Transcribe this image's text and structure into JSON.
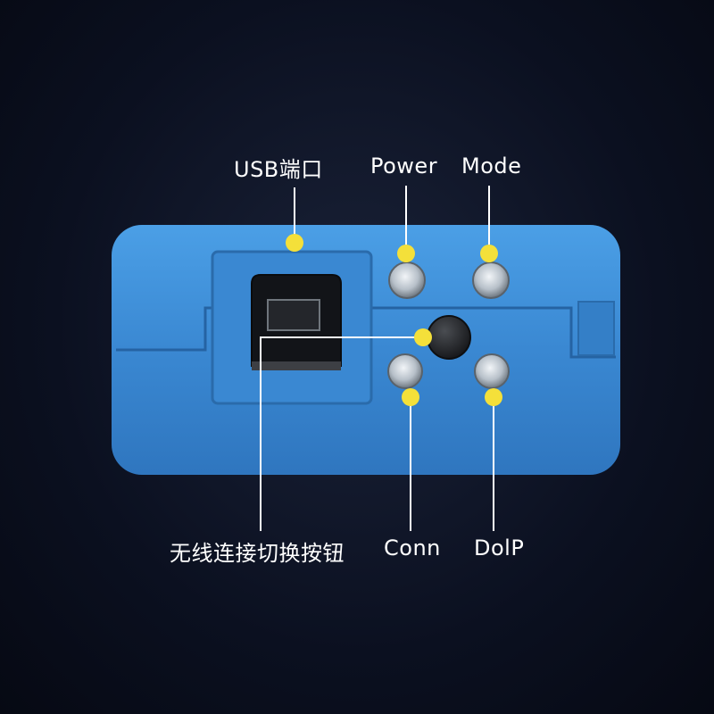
{
  "labels": {
    "usb_port": "USB端口",
    "power": "Power",
    "mode": "Mode",
    "wireless_button": "无线连接切换按钮",
    "conn": "Conn",
    "dolp": "DolP"
  },
  "colors": {
    "device_body": "#3d8ed8",
    "device_shadow": "#2a6bab",
    "callout_dot": "#f4e03a",
    "callout_line": "#ffffff",
    "background": "#0b1020"
  }
}
